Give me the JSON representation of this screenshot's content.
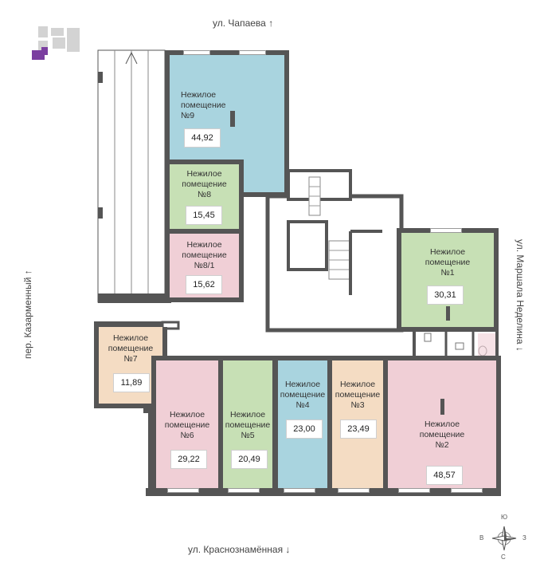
{
  "streets": {
    "top": "ул. Чапаева",
    "bottom": "ул. Краснознамённая",
    "left": "пер. Казарменный",
    "right": "ул. Маршала Неделина"
  },
  "arrows": {
    "up": "↑",
    "down": "↓"
  },
  "compass": {
    "n": "Ю",
    "s": "С",
    "w": "В",
    "e": "З"
  },
  "rooms": [
    {
      "id": "9",
      "label": "Нежилое помещение №9",
      "line1": "Нежилое",
      "line2": "помещение",
      "line3": "№9",
      "area": "44,92",
      "color": "#a9d4df"
    },
    {
      "id": "8",
      "label": "Нежилое помещение №8",
      "line1": "Нежилое",
      "line2": "помещение",
      "line3": "№8",
      "area": "15,45",
      "color": "#c7e0b5"
    },
    {
      "id": "8_1",
      "label": "Нежилое помещение №8/1",
      "line1": "Нежилое",
      "line2": "помещение",
      "line3": "№8/1",
      "area": "15,62",
      "color": "#f0cfd6"
    },
    {
      "id": "1",
      "label": "Нежилое помещение №1",
      "line1": "Нежилое",
      "line2": "помещение",
      "line3": "№1",
      "area": "30,31",
      "color": "#c7e0b5"
    },
    {
      "id": "7",
      "label": "Нежилое помещение №7",
      "line1": "Нежилое",
      "line2": "помещение",
      "line3": "№7",
      "area": "11,89",
      "color": "#f4dcc3"
    },
    {
      "id": "6",
      "label": "Нежилое помещение №6",
      "line1": "Нежилое",
      "line2": "помещение",
      "line3": "№6",
      "area": "29,22",
      "color": "#f0cfd6"
    },
    {
      "id": "5",
      "label": "Нежилое помещение №5",
      "line1": "Нежилое",
      "line2": "помещение",
      "line3": "№5",
      "area": "20,49",
      "color": "#c7e0b5"
    },
    {
      "id": "4",
      "label": "Нежилое помещение №4",
      "line1": "Нежилое",
      "line2": "помещение",
      "line3": "№4",
      "area": "23,00",
      "color": "#a9d4df"
    },
    {
      "id": "3",
      "label": "Нежилое помещение №3",
      "line1": "Нежилое",
      "line2": "помещение",
      "line3": "№3",
      "area": "23,49",
      "color": "#f4dcc3"
    },
    {
      "id": "2",
      "label": "Нежилое помещение №2",
      "line1": "Нежилое",
      "line2": "помещение",
      "line3": "№2",
      "area": "48,57",
      "color": "#f0cfd6"
    }
  ]
}
